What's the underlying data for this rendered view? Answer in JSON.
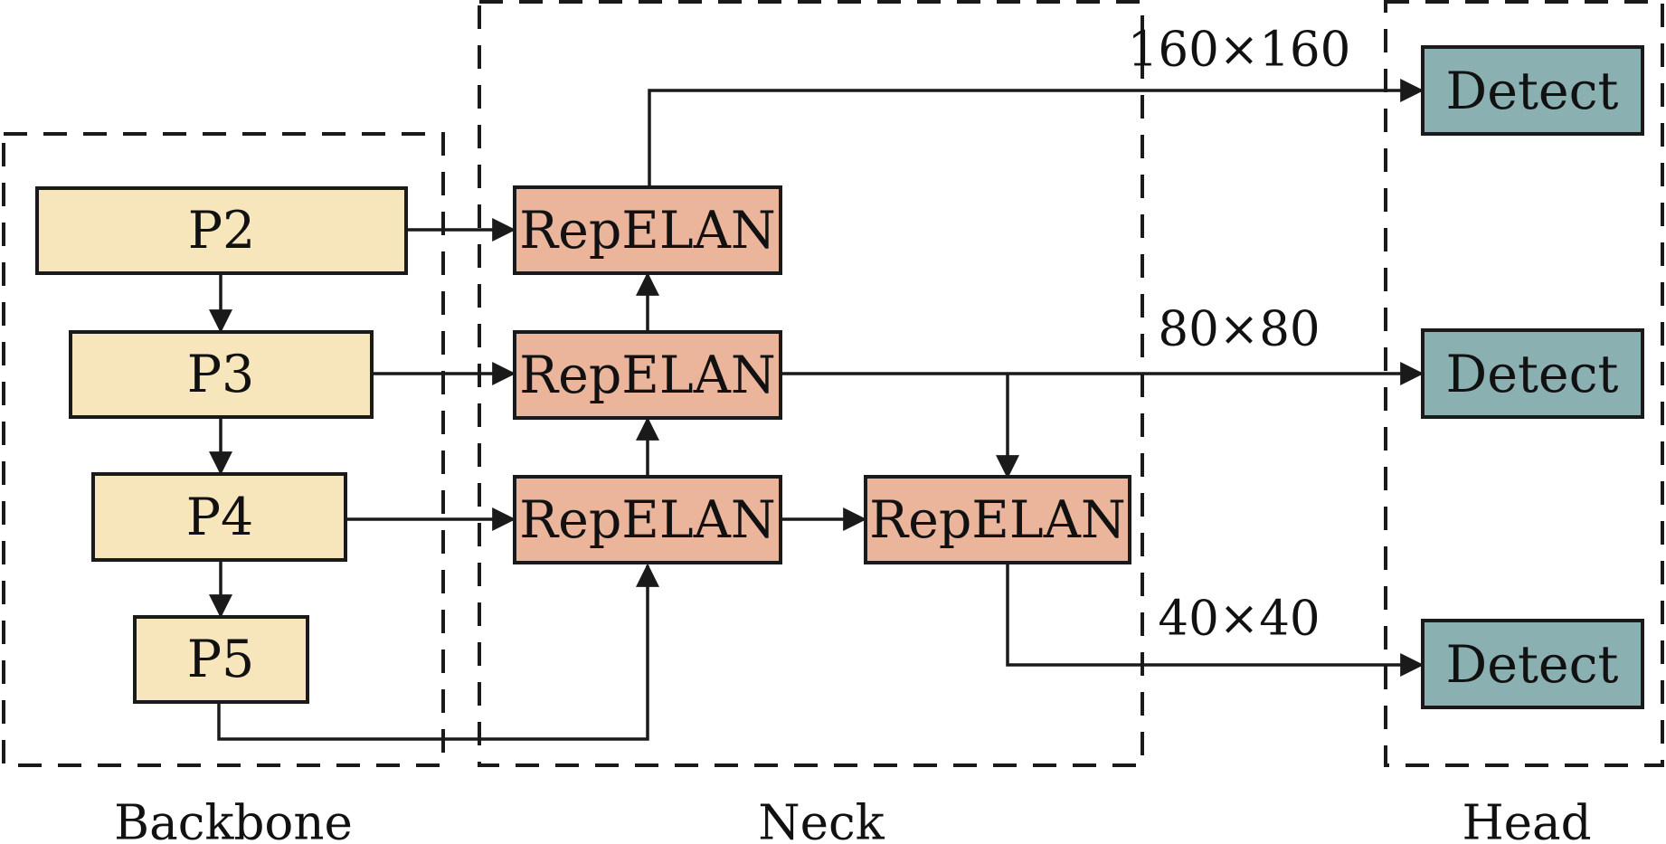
{
  "colors": {
    "backbone_box": "#F7E6BC",
    "neck_box": "#EBB59B",
    "head_box": "#8BB0B2",
    "stroke": "#1a1a1a",
    "background": "#ffffff"
  },
  "sections": {
    "backbone": "Backbone",
    "neck": "Neck",
    "head": "Head"
  },
  "backbone": {
    "p2": "P2",
    "p3": "P3",
    "p4": "P4",
    "p5": "P5"
  },
  "neck": {
    "top": "RepELAN",
    "middle": "RepELAN",
    "bottom": "RepELAN",
    "right": "RepELAN"
  },
  "head": {
    "detect_1": "Detect",
    "detect_2": "Detect",
    "detect_3": "Detect"
  },
  "scales": {
    "s160": "160×160",
    "s80": "80×80",
    "s40": "40×40"
  }
}
